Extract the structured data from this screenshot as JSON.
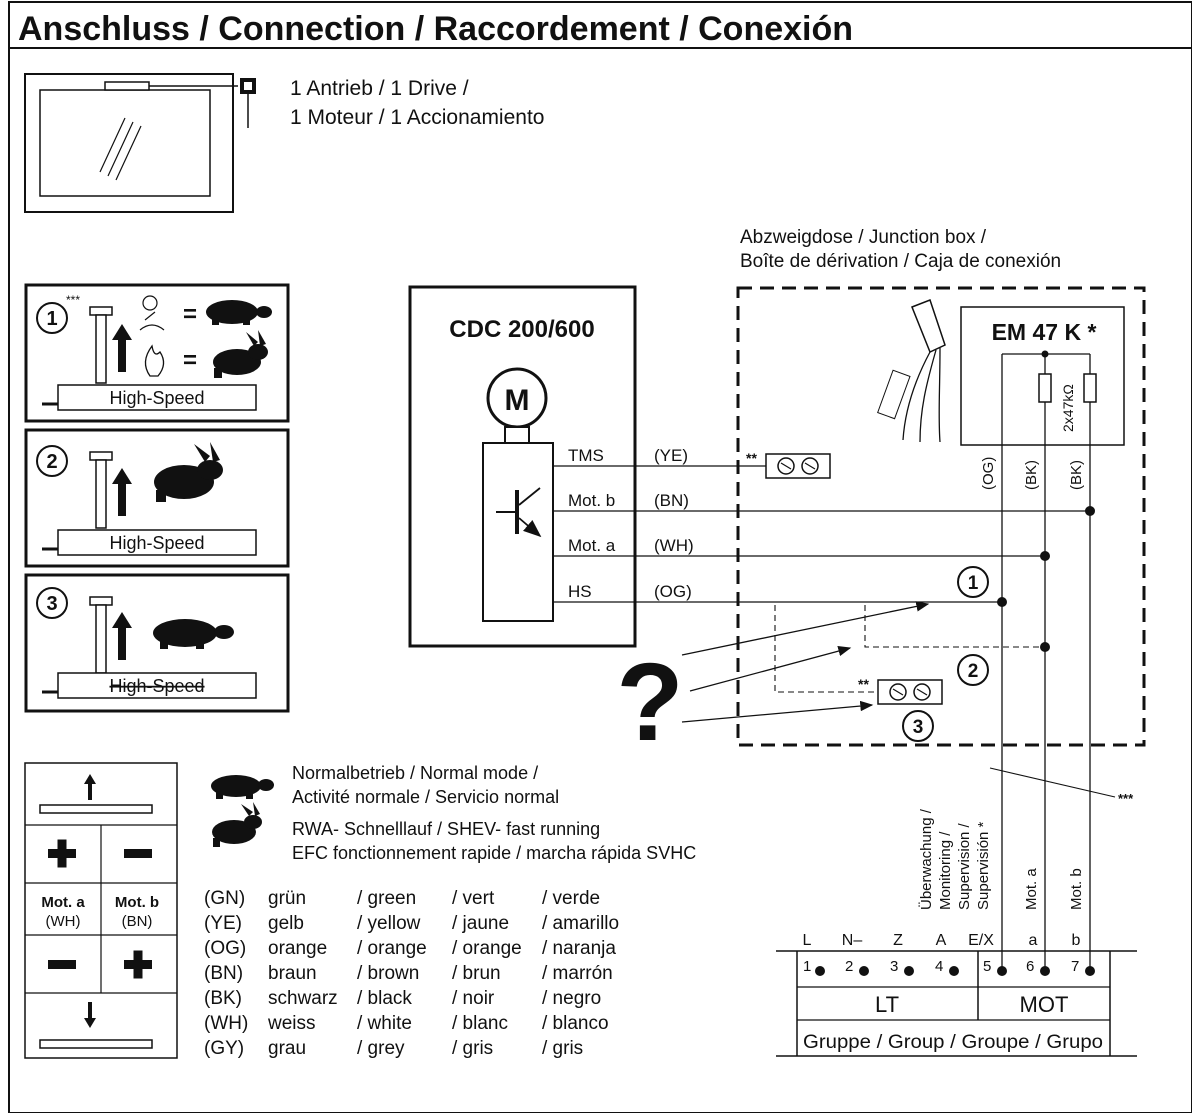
{
  "title": "Anschluss / Connection / Raccordement  / Conexión",
  "drive": {
    "line1": "1 Antrieb / 1 Drive /",
    "line2": "1 Moteur / 1 Accionamiento"
  },
  "junction": {
    "line1": "Abzweigdose / Junction box /",
    "line2": "Boîte de dérivation / Caja de conexión"
  },
  "modes": [
    {
      "number": "1",
      "note": "***",
      "label": "High-Speed"
    },
    {
      "number": "2",
      "label": "High-Speed"
    },
    {
      "number": "3",
      "label": "High-Speed"
    }
  ],
  "cdc": {
    "title": "CDC 200/600",
    "motor": "M",
    "wires": [
      {
        "name": "TMS",
        "color": "(YE)"
      },
      {
        "name": "Mot. b",
        "color": "(BN)"
      },
      {
        "name": "Mot. a",
        "color": "(WH)"
      },
      {
        "name": "HS",
        "color": "(OG)"
      }
    ]
  },
  "em": {
    "title": "EM 47 K *",
    "resistor": "2x47kΩ",
    "og": "(OG)",
    "bk1": "(BK)",
    "bk2": "(BK)"
  },
  "markers": {
    "double_star": "**",
    "triple_star": "***",
    "question": "?",
    "opt1": "1",
    "opt2": "2",
    "opt3": "3"
  },
  "vertical_labels": {
    "supervision": [
      "Überwachung /",
      "Monitoring /",
      "Supervision /",
      "Supervisión *"
    ],
    "mot_a": "Mot. a",
    "mot_b": "Mot. b"
  },
  "terminal": {
    "top": [
      "L",
      "N–",
      "Z",
      "A",
      "E/X",
      "a",
      "b"
    ],
    "numbers": [
      "1",
      "2",
      "3",
      "4",
      "5",
      "6",
      "7"
    ],
    "lt": "LT",
    "mot": "MOT",
    "group": "Gruppe / Group / Groupe / Grupo"
  },
  "polarity": {
    "plus": "+",
    "minus": "–",
    "mot_a": "Mot. a",
    "mot_a_color": "(WH)",
    "mot_b": "Mot. b",
    "mot_b_color": "(BN)"
  },
  "legend": {
    "normal": [
      "Normalbetrieb / Normal mode /",
      "Activité normale / Servicio normal"
    ],
    "fast": [
      "RWA- Schnelllauf / SHEV- fast running",
      "EFC fonctionnement rapide / marcha rápida SVHC"
    ]
  },
  "colors": [
    [
      "(GN)",
      "grün",
      "/ green",
      "/ vert",
      "/ verde"
    ],
    [
      "(YE)",
      "gelb",
      "/ yellow",
      "/ jaune",
      "/ amarillo"
    ],
    [
      "(OG)",
      "orange",
      "/ orange",
      "/ orange",
      "/ naranja"
    ],
    [
      "(BN)",
      "braun",
      "/ brown",
      "/ brun",
      "/ marrón"
    ],
    [
      "(BK)",
      "schwarz",
      "/ black",
      "/ noir",
      "/ negro"
    ],
    [
      "(WH)",
      "weiss",
      "/ white",
      "/ blanc",
      "/ blanco"
    ],
    [
      "(GY)",
      "grau",
      "/ grey",
      "/ gris",
      "/ gris"
    ]
  ]
}
